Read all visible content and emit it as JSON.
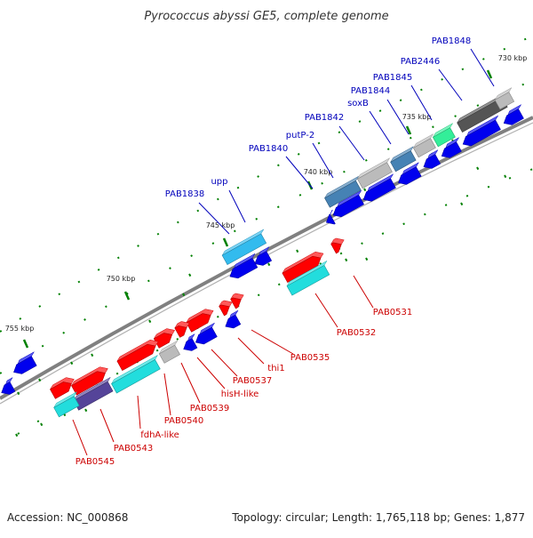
{
  "title": "Pyrococcus abyssi GE5, complete genome",
  "footer": {
    "accession": "Accession: NC_000868",
    "topology": "Topology: circular; Length: 1,765,118 bp; Genes: 1,877"
  },
  "colors": {
    "forward": "#ff0000",
    "reverse": "#0000ee",
    "label_top": "#0000bb",
    "label_bottom": "#cc0000",
    "backbone": "#808080",
    "tick": "#008000",
    "light_blue": "#33bbee",
    "steel_blue": "#4682b4",
    "cyan": "#22dddd",
    "dark_gray": "#555555",
    "light_gray": "#bbbbbb",
    "green": "#33ee99",
    "slate_blue": "#554499"
  },
  "scale_labels": [
    "730 kbp",
    "735 kbp",
    "740 kbp",
    "745 kbp",
    "750 kbp",
    "755 kbp"
  ],
  "genes_top": [
    "PAB1848",
    "PAB2446",
    "PAB1845",
    "PAB1844",
    "soxB",
    "PAB1842",
    "putP-2",
    "PAB1840",
    "upp",
    "PAB1838"
  ],
  "genes_bottom": [
    "PAB0531",
    "PAB0532",
    "PAB0535",
    "thi1",
    "PAB0537",
    "hisH-like",
    "PAB0539",
    "PAB0540",
    "fdhA-like",
    "PAB0543",
    "PAB0545"
  ]
}
